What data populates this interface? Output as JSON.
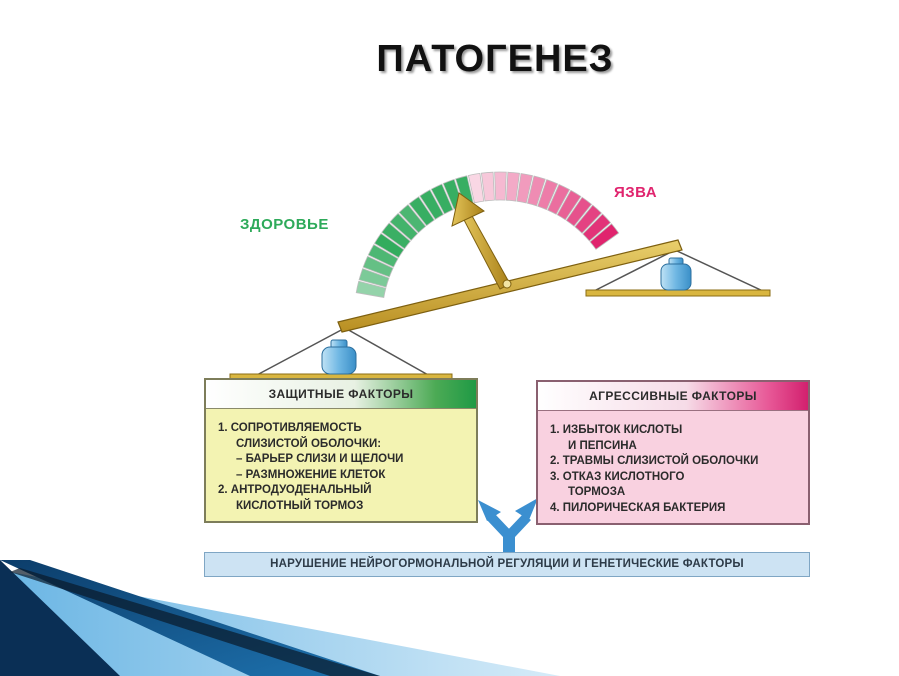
{
  "title": "ПАТОГЕНЕЗ",
  "gauge": {
    "left_label": "ЗДОРОВЬЕ",
    "right_label": "ЯЗВА",
    "colors": {
      "green": "#2eaa5a",
      "pink": "#e0246e"
    }
  },
  "defensive": {
    "title": "ЗАЩИТНЫЕ ФАКТОРЫ",
    "lines": [
      "1. СОПРОТИВЛЯЕМОСТЬ",
      "   СЛИЗИСТОЙ ОБОЛОЧКИ:",
      "   – БАРЬЕР СЛИЗИ И ЩЕЛОЧИ",
      "   – РАЗМНОЖЕНИЕ КЛЕТОК",
      "2. АНТРОДУОДЕНАЛЬНЫЙ",
      "   КИСЛОТНЫЙ ТОРМОЗ"
    ]
  },
  "aggressive": {
    "title": "АГРЕССИВНЫЕ ФАКТОРЫ",
    "lines": [
      "1. ИЗБЫТОК КИСЛОТЫ",
      "   И ПЕПСИНА",
      "2. ТРАВМЫ СЛИЗИСТОЙ ОБОЛОЧКИ",
      "3. ОТКАЗ КИСЛОТНОГО",
      "   ТОРМОЗА",
      "4. ПИЛОРИЧЕСКАЯ БАКТЕРИЯ"
    ]
  },
  "bottom": {
    "text": "НАРУШЕНИЕ НЕЙРОГОРМОНАЛЬНОЙ РЕГУЛЯЦИИ И ГЕНЕТИЧЕСКИЕ ФАКТОРЫ"
  }
}
